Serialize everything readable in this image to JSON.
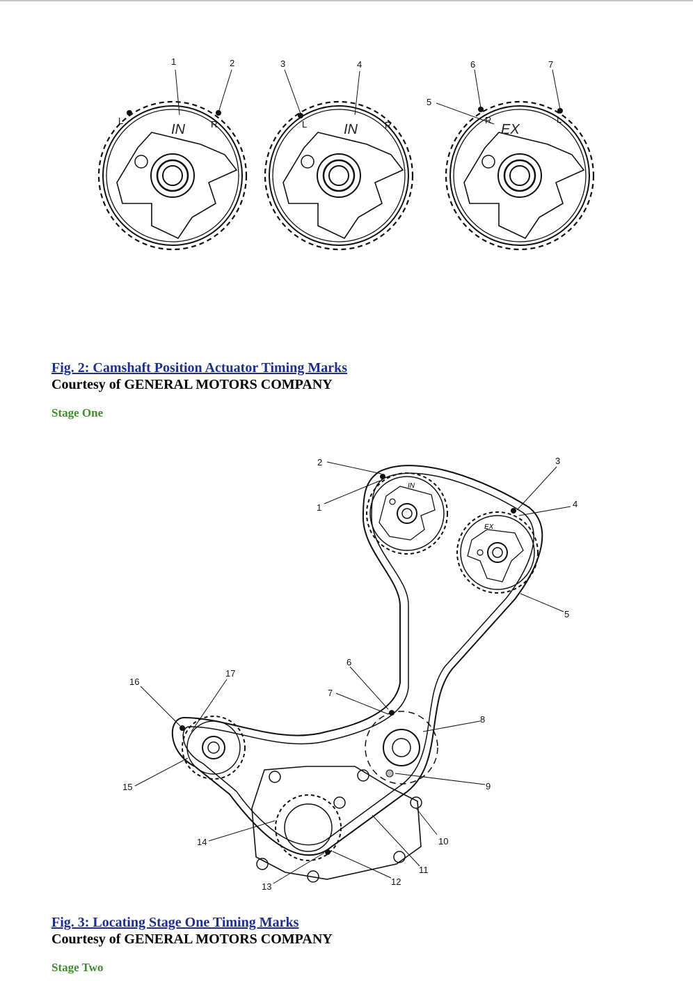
{
  "figure2": {
    "title": "Fig. 2: Camshaft Position Actuator Timing Marks",
    "credit": "Courtesy of GENERAL MOTORS COMPANY",
    "sprockets": [
      {
        "label": "IN",
        "left_mark": "L",
        "right_mark": "R"
      },
      {
        "label": "IN",
        "left_mark": "L",
        "right_mark": "R"
      },
      {
        "label": "EX",
        "left_mark": "R",
        "right_mark": "L"
      }
    ],
    "callouts": [
      "1",
      "2",
      "3",
      "4",
      "5",
      "6",
      "7"
    ]
  },
  "stage_one": {
    "label": "Stage One"
  },
  "figure3": {
    "title": "Fig. 3: Locating Stage One Timing Marks",
    "credit": "Courtesy of GENERAL MOTORS COMPANY",
    "sprocket_labels": [
      "IN",
      "EX"
    ],
    "callouts": [
      "1",
      "2",
      "3",
      "4",
      "5",
      "6",
      "7",
      "8",
      "9",
      "10",
      "11",
      "12",
      "13",
      "14",
      "15",
      "16",
      "17"
    ]
  },
  "stage_two": {
    "label": "Stage Two"
  }
}
